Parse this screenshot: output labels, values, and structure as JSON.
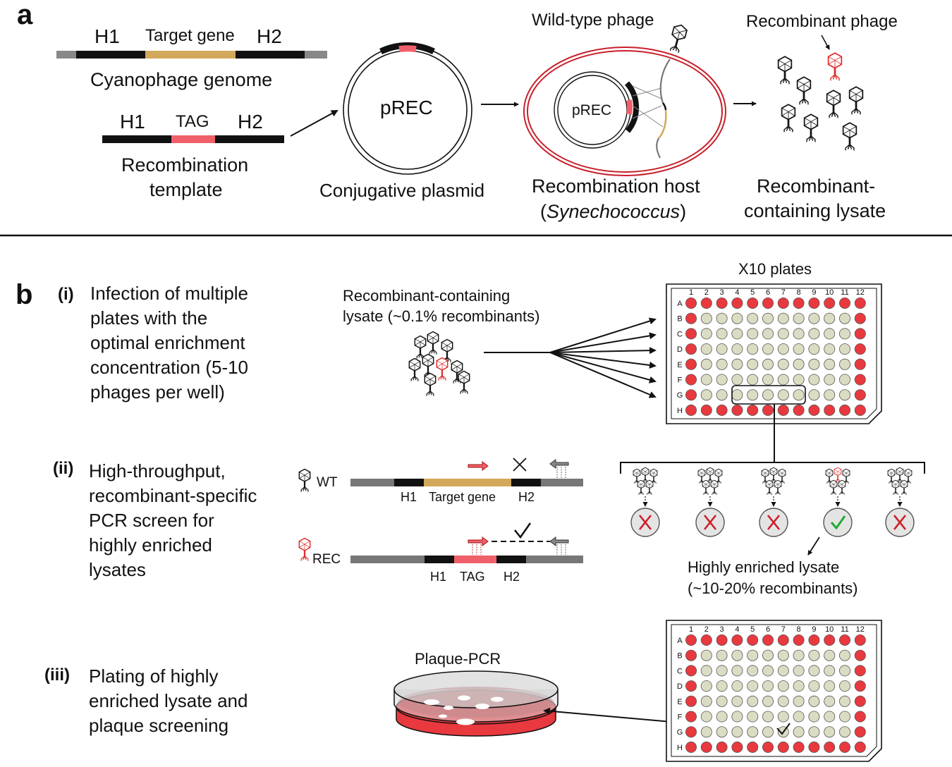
{
  "panel_a": {
    "label": "a",
    "genome": {
      "h1": "H1",
      "target": "Target gene",
      "h2": "H2",
      "caption": "Cyanophage genome"
    },
    "template": {
      "h1": "H1",
      "tag": "TAG",
      "h2": "H2",
      "caption_line1": "Recombination",
      "caption_line2": "template"
    },
    "plasmid": {
      "name": "pREC",
      "caption": "Conjugative plasmid"
    },
    "host": {
      "phage_label": "Wild-type phage",
      "plasmid_name": "pREC",
      "caption_line1": "Recombination host",
      "caption_open": "(",
      "caption_italic": "Synechococcus",
      "caption_close": ")"
    },
    "lysate": {
      "phage_label": "Recombinant phage",
      "caption_line1": "Recombinant-",
      "caption_line2": "containing lysate"
    }
  },
  "panel_b": {
    "label": "b",
    "step1": {
      "numeral": "(i)",
      "lines": [
        "Infection of multiple",
        "plates with the",
        "optimal enrichment",
        "concentration (5-10",
        "phages per well)"
      ],
      "lysate_line1": "Recombinant-containing",
      "lysate_line2": "lysate (~0.1% recombinants)",
      "plates_label": "X10 plates"
    },
    "step2": {
      "numeral": "(ii)",
      "lines": [
        "High-throughput,",
        "recombinant-specific",
        "PCR screen for",
        "highly enriched",
        "lysates"
      ],
      "wt_label": "WT",
      "wt_h1": "H1",
      "wt_target": "Target gene",
      "wt_h2": "H2",
      "rec_label": "REC",
      "rec_h1": "H1",
      "rec_tag": "TAG",
      "rec_h2": "H2",
      "enriched_line1": "Highly enriched lysate",
      "enriched_line2": "(~10-20% recombinants)",
      "results": [
        "fail",
        "fail",
        "fail",
        "pass",
        "fail"
      ]
    },
    "step3": {
      "numeral": "(iii)",
      "lines": [
        "Plating of highly",
        "enriched lysate and",
        "plaque screening"
      ],
      "dish_label": "Plaque-PCR"
    }
  },
  "plate": {
    "columns": [
      "1",
      "2",
      "3",
      "4",
      "5",
      "6",
      "7",
      "8",
      "9",
      "10",
      "11",
      "12"
    ],
    "rows": [
      "A",
      "B",
      "C",
      "D",
      "E",
      "F",
      "G",
      "H"
    ]
  },
  "colors": {
    "edge_well": "#e8393f",
    "inner_well": "#dcdcc4",
    "target_gene": "#d2a85a",
    "tag": "#f0606a",
    "host_ring": "#c8202a",
    "check": "#22aa33",
    "cross": "#cc1f2a"
  }
}
